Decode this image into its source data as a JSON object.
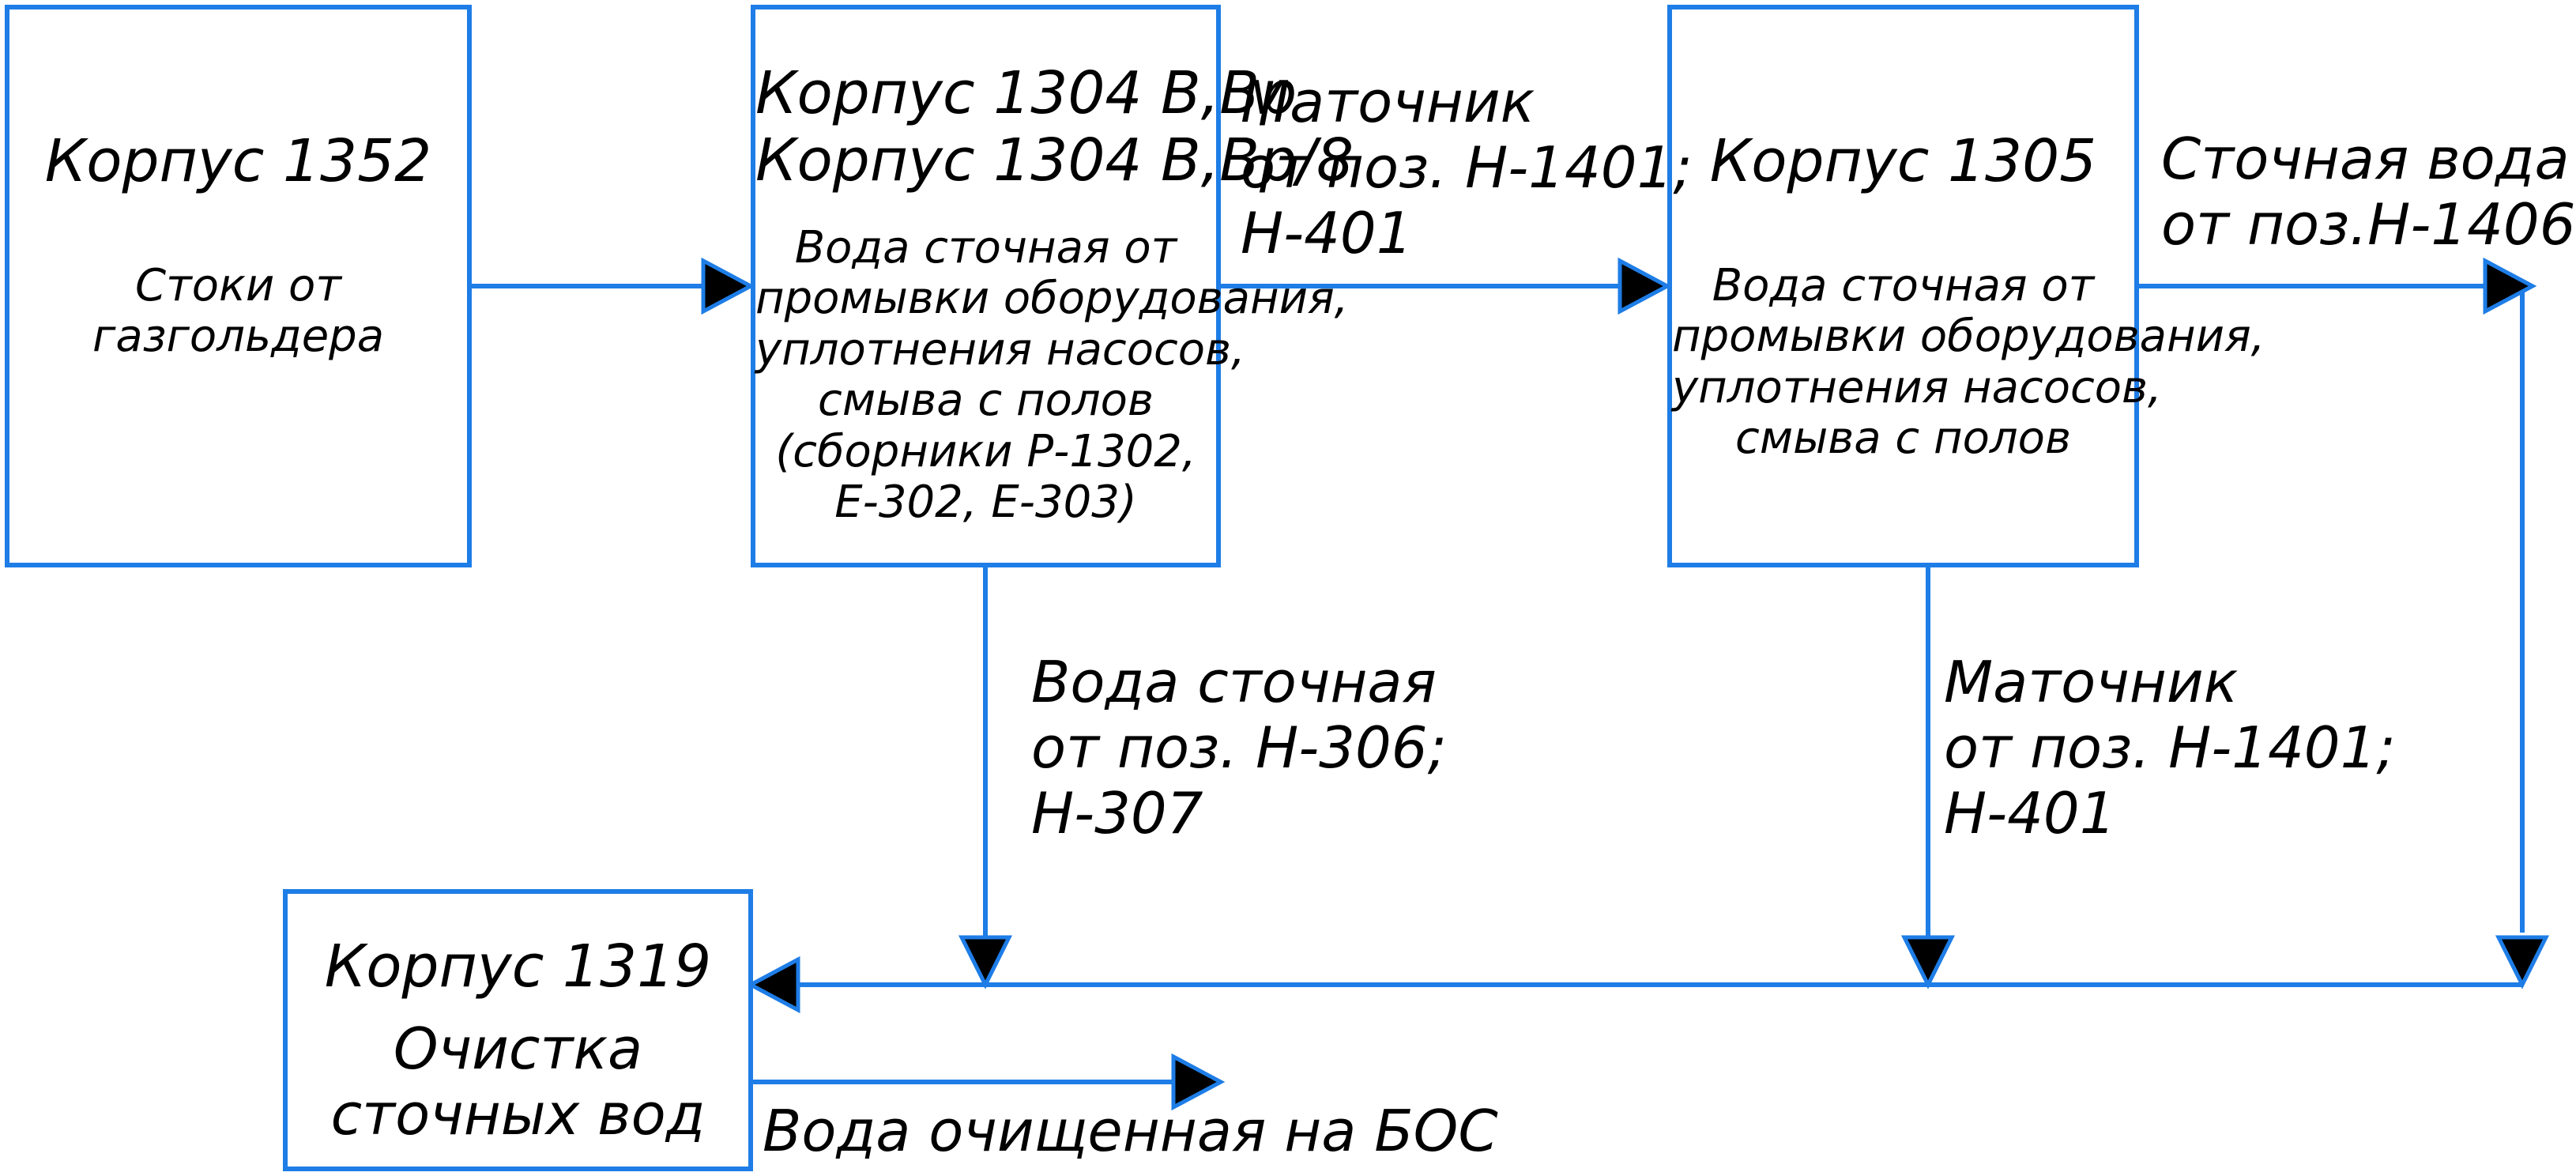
{
  "colors": {
    "line": "#1e7de6",
    "arrowhead": "#000000",
    "text": "#000000"
  },
  "blocks": {
    "b1352": {
      "title": "Корпус 1352",
      "body": "Стоки от\nгазгольдера"
    },
    "b1304": {
      "title": "Корпус 1304 В,Вр\nКорпус 1304 В,Вр/8",
      "body": "Вода сточная от\nпромывки оборудования,\nуплотнения насосов,\nсмыва с полов\n(сборники Р-1302,\nЕ-302, Е-303)"
    },
    "b1305": {
      "title": "Корпус 1305",
      "body": "Вода сточная от\nпромывки оборудования,\nуплотнения насосов,\nсмыва с полов"
    },
    "b1319": {
      "title": "Корпус 1319",
      "body": "Очистка\nсточных вод"
    }
  },
  "flows": {
    "f1304_to_1305": "Маточник\nот поз. Н-1401;\nН-401",
    "f1305_out": "Сточная вода\nот поз.Н-1406",
    "f1304_down": "Вода сточная\nот поз. Н-306;\nН-307",
    "f1305_down": "Маточник\nот поз. Н-1401;\nН-401",
    "f1319_out": "Вода очищенная на БОС"
  }
}
